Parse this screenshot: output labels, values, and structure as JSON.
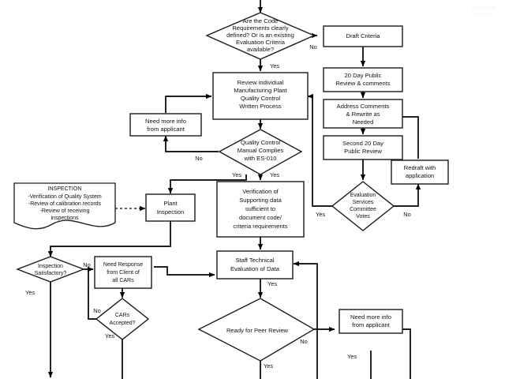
{
  "diagram": {
    "title": "Code Evaluation and Inspection Process Flowchart",
    "type": "flowchart",
    "colors": {
      "background": "#ffffff",
      "node_fill": "#ffffff",
      "node_stroke": "#1a1a1a",
      "line": "#000000",
      "text": "#111111"
    },
    "nodes": [
      {
        "id": "code-requirements-decision",
        "shape": "diamond",
        "lines": [
          "Are the Code",
          "Requirements clearly",
          "defined? Or is an existing",
          "Evaluation Criteria",
          "available?"
        ]
      },
      {
        "id": "draft-criteria",
        "shape": "rect",
        "lines": [
          "Draft Criteria"
        ]
      },
      {
        "id": "twenty-day-public-review",
        "shape": "rect",
        "lines": [
          "20 Day Public",
          "Review & comments"
        ]
      },
      {
        "id": "address-comments",
        "shape": "rect",
        "lines": [
          "Address Comments",
          "& Rewrite as",
          "Needed"
        ]
      },
      {
        "id": "second-twenty-day-public-review",
        "shape": "rect",
        "lines": [
          "Second 20 Day",
          "Public Review"
        ]
      },
      {
        "id": "redraft-with-application",
        "shape": "rect",
        "lines": [
          "Redraft with",
          "application"
        ]
      },
      {
        "id": "evaluation-services-committee-votes",
        "shape": "diamond",
        "lines": [
          "Evaluation",
          "Services",
          "Committee",
          "Votes"
        ]
      },
      {
        "id": "review-individual-manufacturing",
        "shape": "rect",
        "lines": [
          "Review individual",
          "Manufacturing Plant",
          "Quality Control",
          "Written Process"
        ]
      },
      {
        "id": "need-more-info-from-applicant-top",
        "shape": "rect",
        "lines": [
          "Need more info",
          "from applicant"
        ]
      },
      {
        "id": "quality-control-manual-complies",
        "shape": "diamond",
        "lines": [
          "Quality Control",
          "Manual Complies",
          "with ES-010"
        ]
      },
      {
        "id": "inspection-note",
        "shape": "document",
        "lines": [
          "INSPECTION",
          "-Verification of Quality System",
          "-Review of calibration records",
          "-Review of receiving",
          "inspections"
        ]
      },
      {
        "id": "plant-inspection",
        "shape": "rect",
        "lines": [
          "Plant",
          "Inspection"
        ]
      },
      {
        "id": "verification-of-supporting-data",
        "shape": "rect",
        "lines": [
          "Verification of",
          "Supporting data",
          "sufficient to",
          "document code/",
          "criteria requirements"
        ]
      },
      {
        "id": "inspection-satisfactory",
        "shape": "diamond",
        "lines": [
          "Inspection",
          "Satisfactory?"
        ]
      },
      {
        "id": "need-response-from-client",
        "shape": "rect",
        "lines": [
          "Need Response",
          "from Client of",
          "all CARs"
        ]
      },
      {
        "id": "cars-accepted",
        "shape": "diamond",
        "lines": [
          "CARs",
          "Accepted?"
        ]
      },
      {
        "id": "staff-technical-evaluation",
        "shape": "rect",
        "lines": [
          "Staff Technical",
          "Evaluation of Data"
        ]
      },
      {
        "id": "ready-for-peer-review",
        "shape": "diamond",
        "lines": [
          "Ready for Peer Review"
        ]
      },
      {
        "id": "need-more-info-from-applicant-bottom",
        "shape": "rect",
        "lines": [
          "Need more info",
          "from applicant"
        ]
      }
    ],
    "edge_labels": [
      {
        "id": "no-code-requirements",
        "text": "No"
      },
      {
        "id": "yes-code-requirements",
        "text": "Yes"
      },
      {
        "id": "no-qc-manual",
        "text": "No"
      },
      {
        "id": "yes-qc-manual-left",
        "text": "Yes"
      },
      {
        "id": "yes-qc-manual-right",
        "text": "Yes"
      },
      {
        "id": "yes-committee-votes",
        "text": "Yes"
      },
      {
        "id": "no-committee-votes",
        "text": "No"
      },
      {
        "id": "yes-inspection-satisfactory",
        "text": "Yes"
      },
      {
        "id": "no-inspection-satisfactory",
        "text": "No"
      },
      {
        "id": "no-cars-accepted",
        "text": "No"
      },
      {
        "id": "yes-cars-accepted",
        "text": "Yes"
      },
      {
        "id": "yes-staff-technical",
        "text": "Yes"
      },
      {
        "id": "no-ready-peer-review",
        "text": "No"
      },
      {
        "id": "yes-ready-peer-review",
        "text": "Yes"
      },
      {
        "id": "yes-need-more-info-bottom",
        "text": "Yes"
      }
    ]
  }
}
